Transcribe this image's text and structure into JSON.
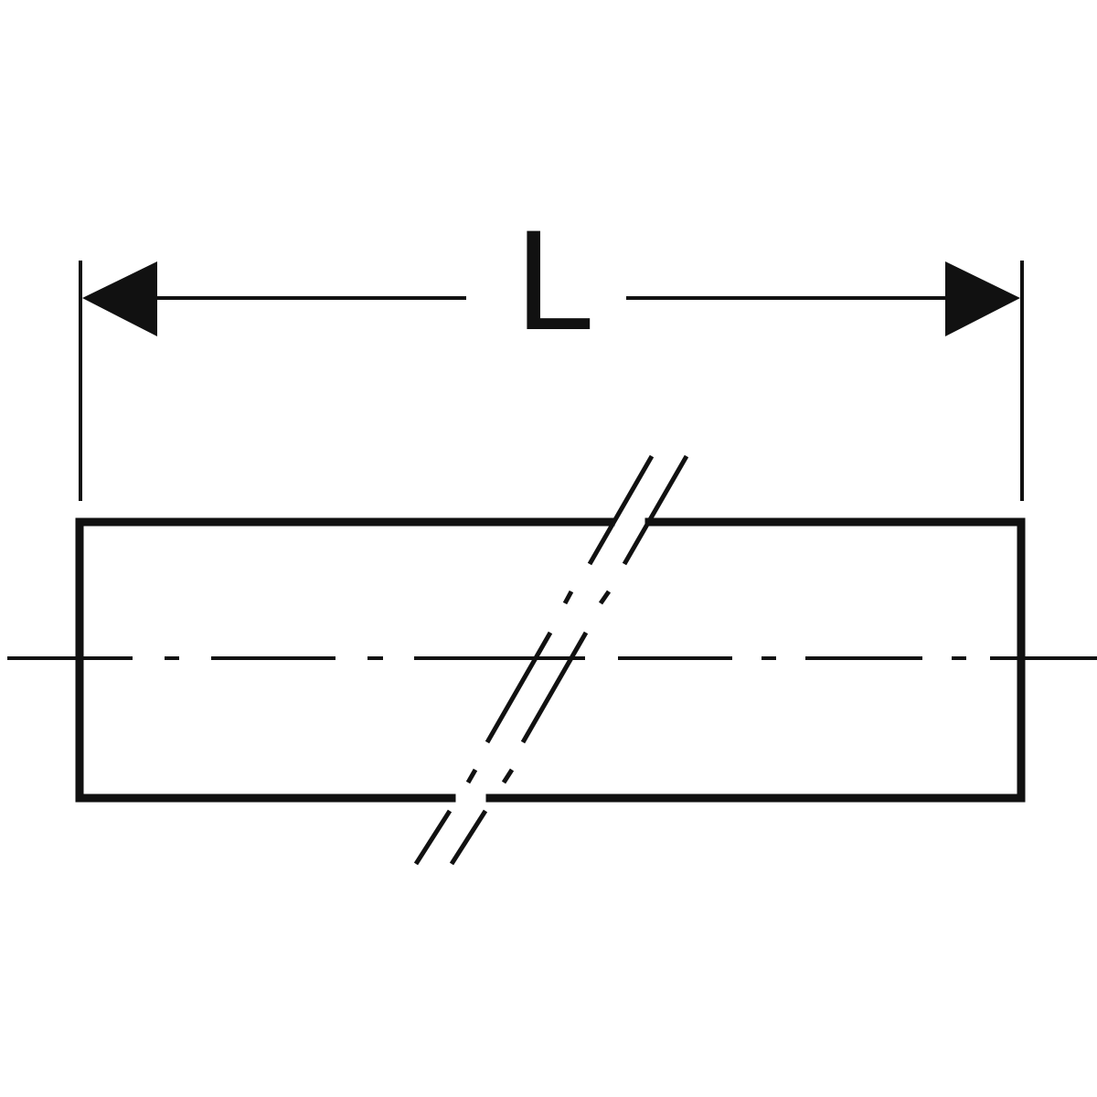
{
  "diagram": {
    "type": "technical-drawing",
    "subject": "pipe-segment-with-break",
    "dimension": {
      "label": "L",
      "meaning": "overall length"
    },
    "colors": {
      "stroke": "#111111",
      "background": "#ffffff"
    },
    "elements": [
      "dimension-line-with-arrows",
      "extension-lines",
      "pipe-outline-rectangle",
      "center-axis-dash-dot",
      "break-symbol-double-diagonal"
    ]
  }
}
